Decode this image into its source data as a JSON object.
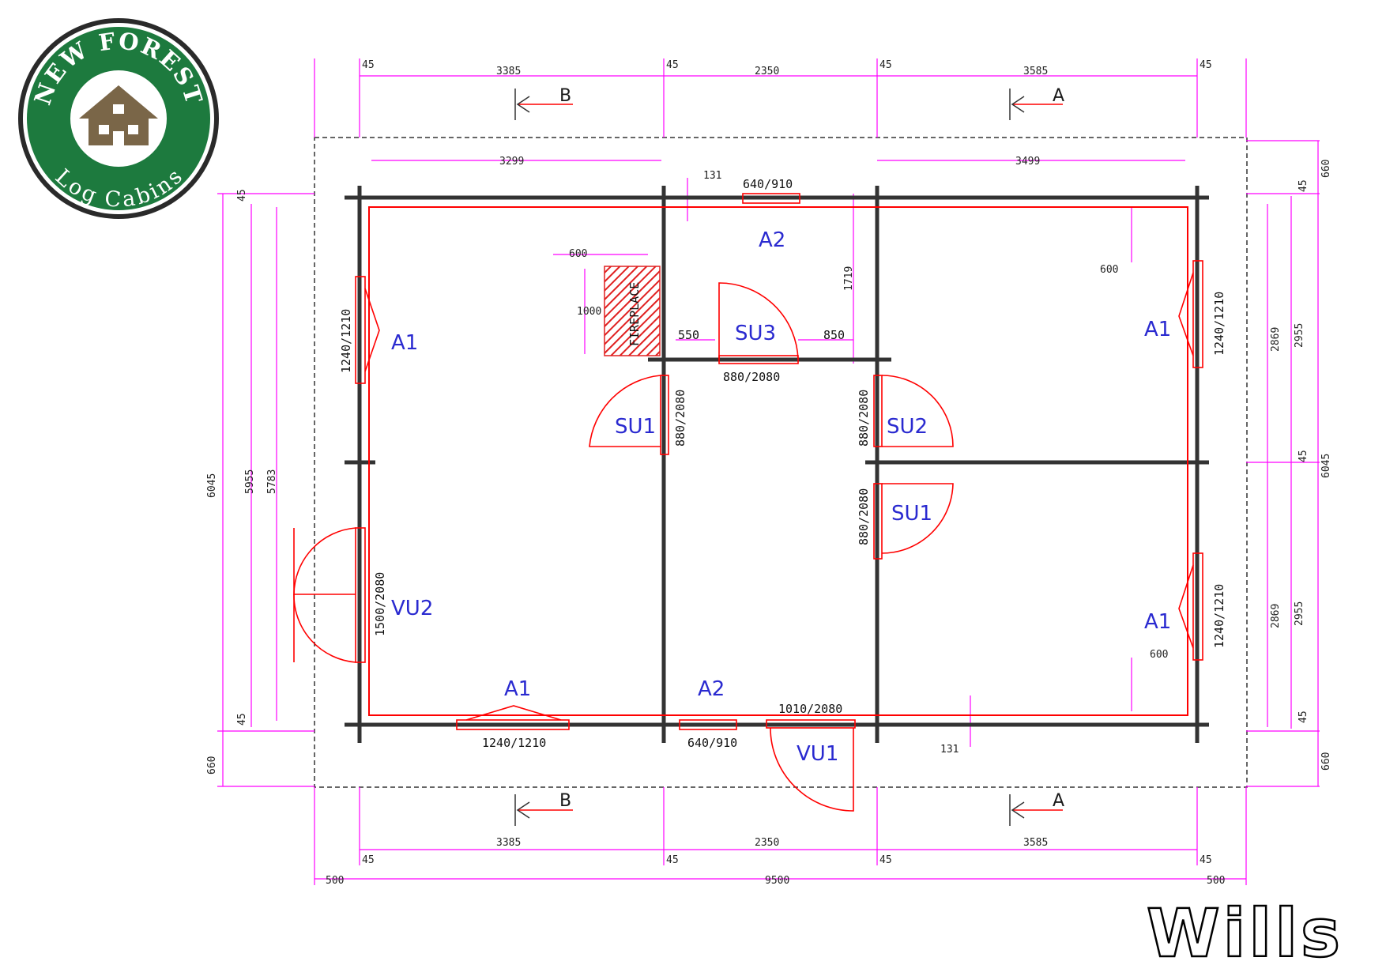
{
  "logo": {
    "top_text": "NEW FOREST",
    "bottom_text": "Log Cabins",
    "colors": {
      "ring": "#1d7a3e",
      "house": "#7a6648",
      "border": "#2a2a2a"
    }
  },
  "title": "Wills",
  "colors": {
    "dimension": "#ff00ff",
    "wall": "#333333",
    "door": "#ff0000",
    "label": "#2a2ad0"
  },
  "top_dims": {
    "outer": [
      "45",
      "3385",
      "45",
      "2350",
      "45",
      "3585",
      "45"
    ],
    "sections": [
      "B",
      "A"
    ],
    "inner": [
      "3299",
      "131",
      "640/910",
      "3499"
    ]
  },
  "bottom_dims": {
    "sections": [
      "B",
      "A"
    ],
    "row1": [
      "3385",
      "2350",
      "3585"
    ],
    "row2": [
      "45",
      "45",
      "45",
      "45"
    ],
    "row3": [
      "500",
      "9500",
      "500"
    ]
  },
  "left_dims": [
    "45",
    "6045",
    "5955",
    "5783",
    "45",
    "660"
  ],
  "right_dims": [
    "660",
    "45",
    "2869",
    "2955",
    "45",
    "6045",
    "2869",
    "2955",
    "45",
    "660"
  ],
  "interior_dims": [
    "600",
    "1000",
    "600",
    "1719",
    "550",
    "850",
    "880/2080",
    "600",
    "131"
  ],
  "fireplace": "FIREPLACE",
  "openings": [
    {
      "label": "A1",
      "size": "1240/1210"
    },
    {
      "label": "A2",
      "size": "640/910"
    },
    {
      "label": "SU3",
      "size": "880/2080"
    },
    {
      "label": "SU1",
      "size": "880/2080"
    },
    {
      "label": "SU2",
      "size": "880/2080"
    },
    {
      "label": "SU1",
      "size": "880/2080"
    },
    {
      "label": "A1",
      "size": "1240/1210"
    },
    {
      "label": "A1",
      "size": "1240/1210"
    },
    {
      "label": "VU2",
      "size": "1500/2080"
    },
    {
      "label": "A1",
      "size": "1240/1210"
    },
    {
      "label": "A2",
      "size": "640/910"
    },
    {
      "label": "VU1",
      "size": "1010/2080"
    }
  ]
}
